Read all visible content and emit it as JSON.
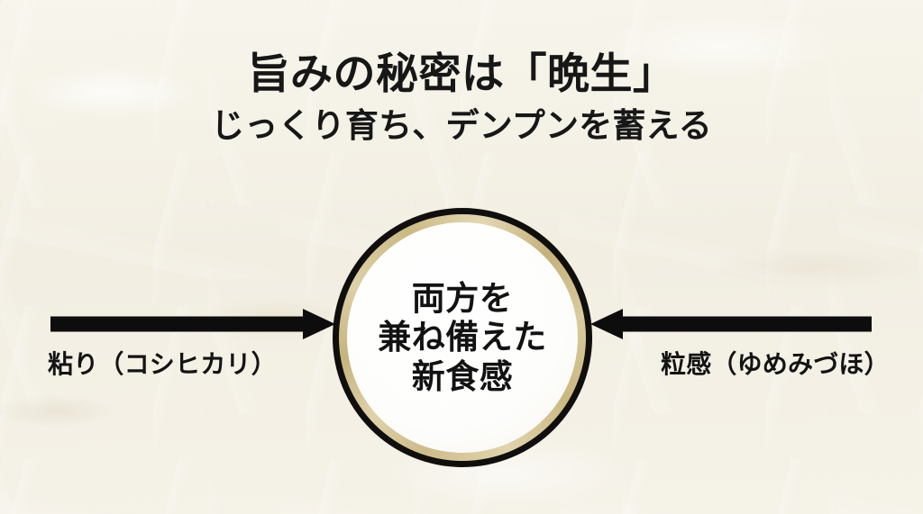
{
  "slide": {
    "background_color": "#f4f1e7",
    "text_color": "#171717",
    "accent_gold": "#cdbb8a",
    "ring_color": "#100f0d"
  },
  "heading": {
    "title": "旨みの秘密は「晩生」",
    "subtitle": "じっくり育ち、デンプンを蓄える"
  },
  "center": {
    "lines": [
      "両方を",
      "兼ね備えた",
      "新食感"
    ]
  },
  "left": {
    "label": "粘り（コシヒカリ）",
    "arrow_direction": "right"
  },
  "right": {
    "label": "粒感（ゆめみづほ）",
    "arrow_direction": "left"
  }
}
